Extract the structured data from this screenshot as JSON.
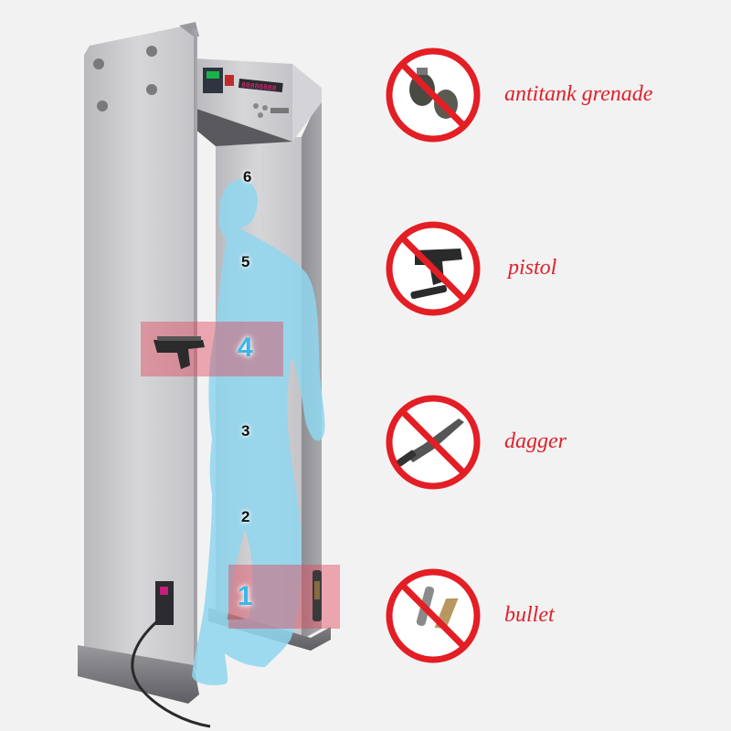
{
  "zones": [
    "1",
    "2",
    "3",
    "4",
    "5",
    "6"
  ],
  "highlighted_zones": [
    "4",
    "1"
  ],
  "detector_display": "88888888",
  "colors": {
    "prohibition_red": "#e31e24",
    "label_red": "#e0202a",
    "highlight_blue": "#3ab8e8",
    "silhouette": "#8fd6ee"
  },
  "prohibited_items": [
    {
      "label": "antitank grenade",
      "icon": "grenade-icon"
    },
    {
      "label": "pistol",
      "icon": "pistol-icon"
    },
    {
      "label": "dagger",
      "icon": "dagger-icon"
    },
    {
      "label": "bullet",
      "icon": "bullet-icon"
    }
  ]
}
